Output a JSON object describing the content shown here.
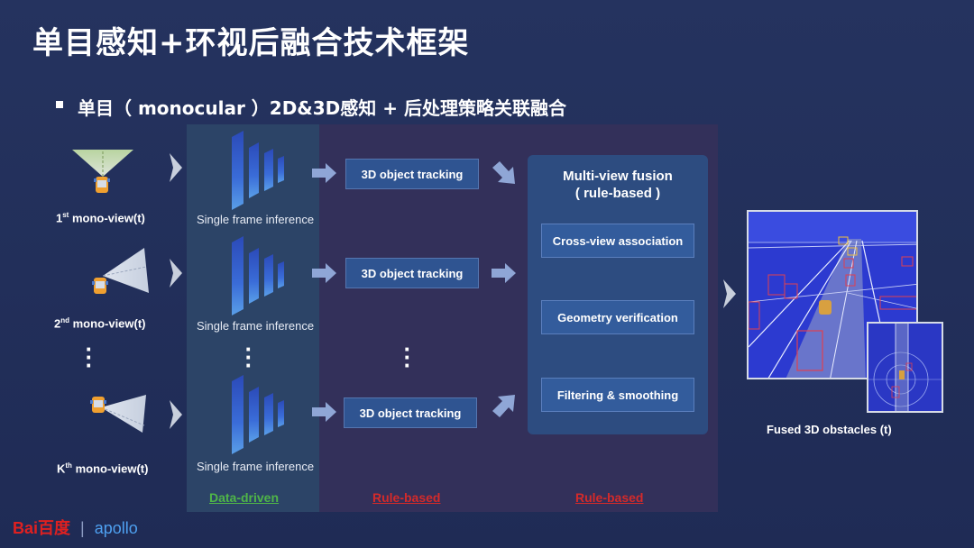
{
  "title": "单目感知+环视后融合技术框架",
  "subtitle": "单目（ monocular ）2D&3D感知 + 后处理策略关联融合",
  "views": [
    {
      "base": "1",
      "sup": "st",
      "rest": " mono-view(t)"
    },
    {
      "base": "2",
      "sup": "nd",
      "rest": " mono-view(t)"
    },
    {
      "base": "K",
      "sup": "th",
      "rest": " mono-view(t)"
    }
  ],
  "inference_label": "Single frame inference",
  "tracking_label": "3D object tracking",
  "fusion": {
    "title_line1": "Multi-view fusion",
    "title_line2": "( rule-based )",
    "steps": [
      "Cross-view association",
      "Geometry verification",
      "Filtering & smoothing"
    ]
  },
  "legend": {
    "data_driven": "Data-driven",
    "rule_based_1": "Rule-based",
    "rule_based_2": "Rule-based"
  },
  "fused_label": "Fused 3D obstacles (t)",
  "logo": {
    "baidu": "Bai百度",
    "separator": "|",
    "apollo": "apollo"
  },
  "colors": {
    "background": "#25335f",
    "data_driven_panel": "#2c4467",
    "rule_based_panel": "#33305a",
    "data_driven_text": "#4fb548",
    "rule_based_text": "#d42a2a",
    "button": "#2f5491",
    "arrow": "#8fa6d6"
  }
}
